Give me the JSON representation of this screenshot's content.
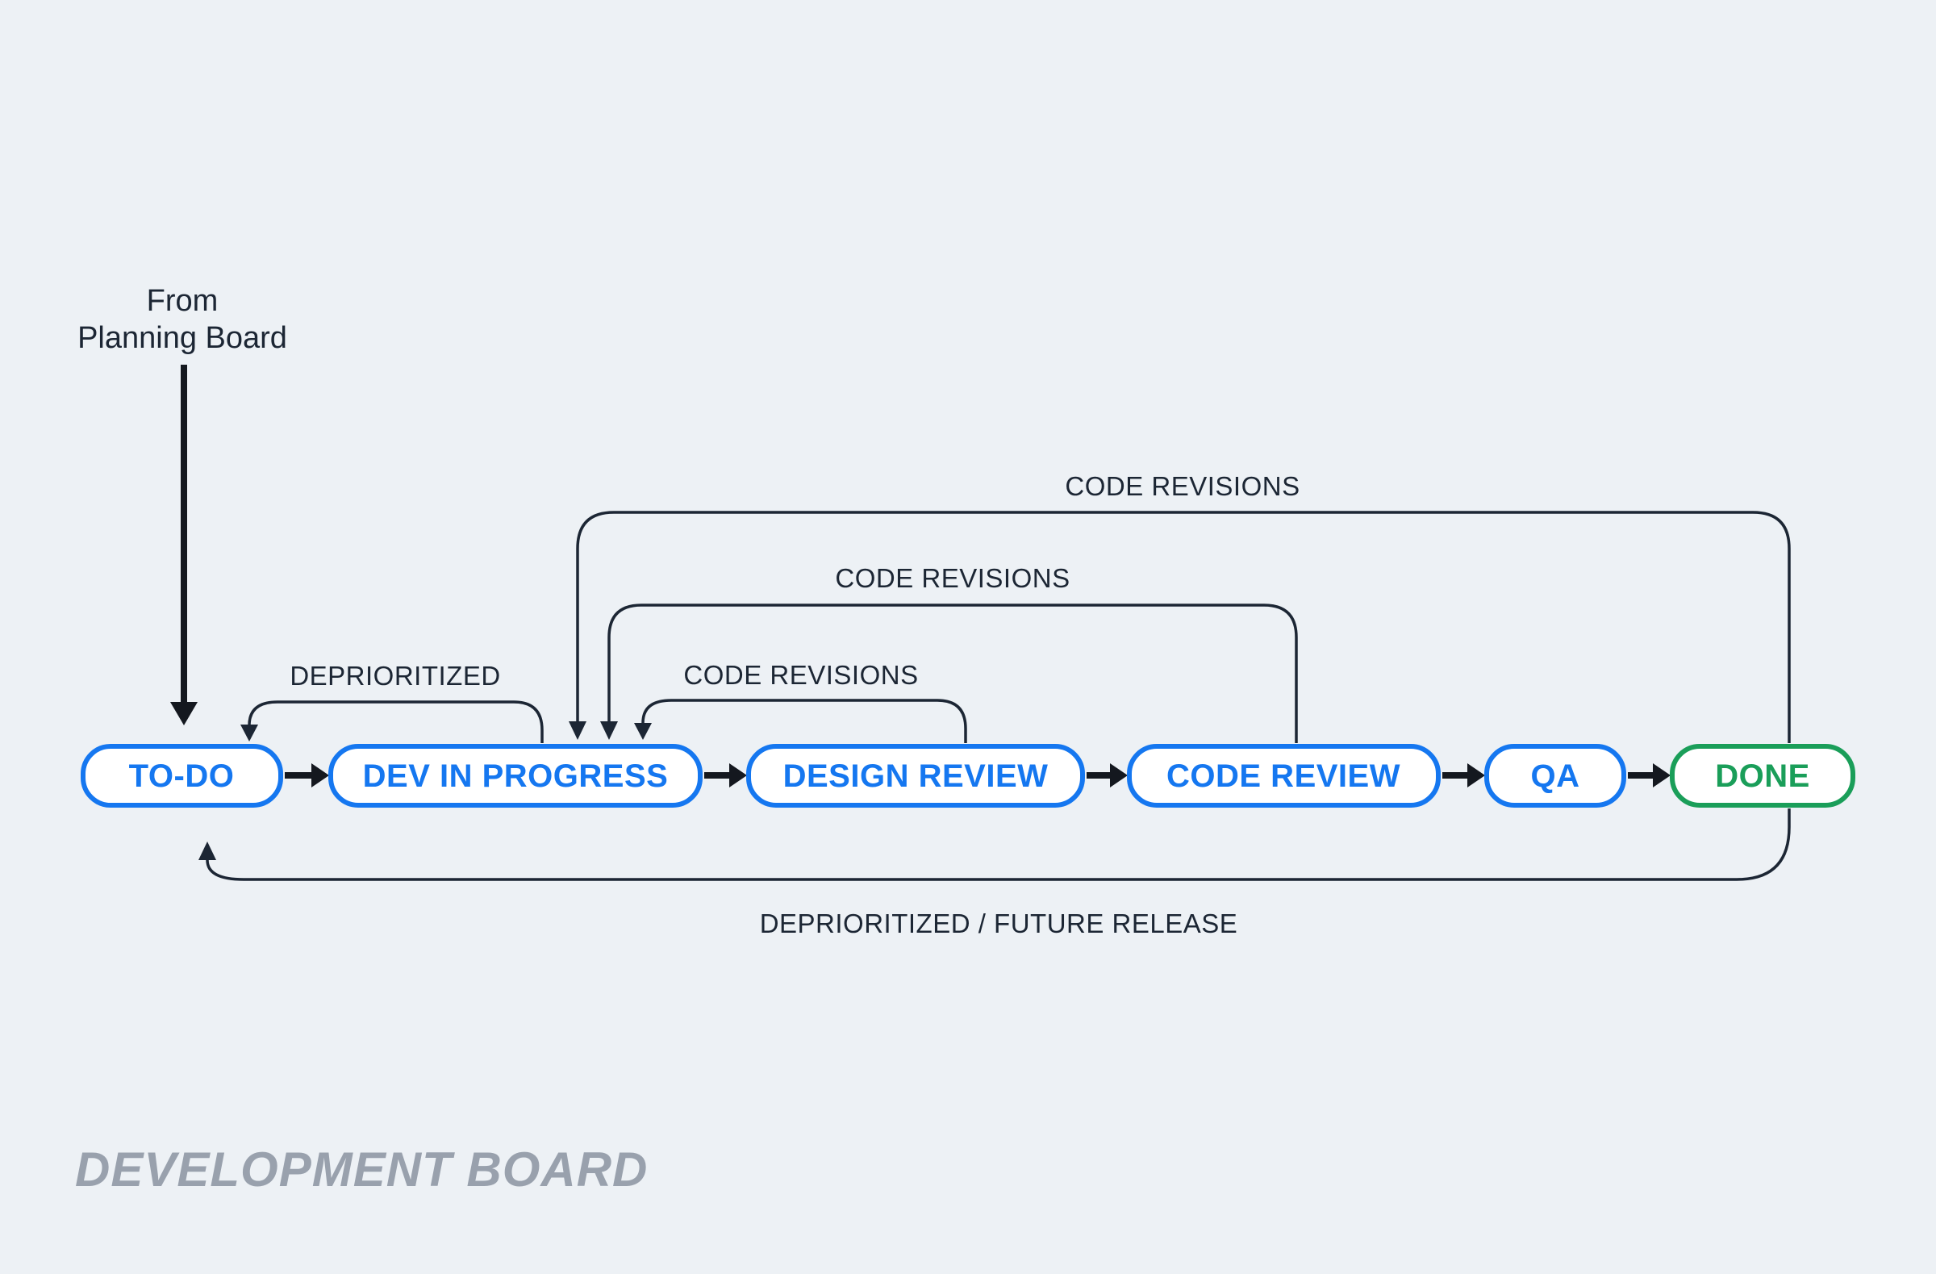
{
  "colors": {
    "bg": "#edf1f5",
    "blue": "#1577f0",
    "green": "#1a9e59",
    "ink": "#1c2634",
    "arrow": "#14181f",
    "muted": "#99a1ad",
    "nodefill": "#ffffff"
  },
  "source_label": {
    "line1": "From",
    "line2": "Planning Board"
  },
  "stages": [
    {
      "label": "TO-DO"
    },
    {
      "label": "DEV IN PROGRESS"
    },
    {
      "label": "DESIGN REVIEW"
    },
    {
      "label": "CODE REVIEW"
    },
    {
      "label": "QA"
    },
    {
      "label": "DONE"
    }
  ],
  "edges": {
    "deprioritized": "DEPRIORITIZED",
    "code_revisions_inner": "CODE REVISIONS",
    "code_revisions_middle": "CODE REVISIONS",
    "code_revisions_top": "CODE REVISIONS",
    "deprioritized_future_release": "DEPRIORITIZED / FUTURE RELEASE"
  },
  "board_title": "DEVELOPMENT BOARD"
}
